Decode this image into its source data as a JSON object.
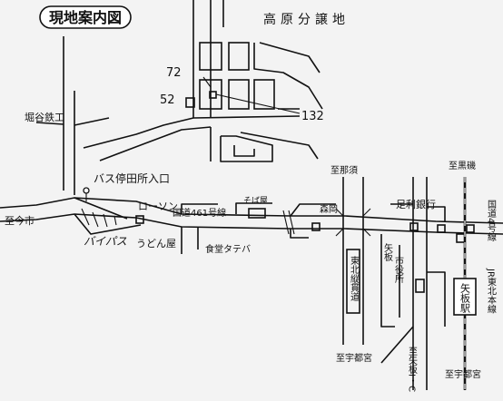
{
  "map": {
    "title": "現地案内図",
    "labels": {
      "site": "高原分譲地",
      "lot_72": "72",
      "lot_52": "52",
      "lot_132": "132",
      "horiya": "堀谷鉄工",
      "bus_stop": "バス停田所入口",
      "imaichi": "至今市",
      "lawson": "ローソン",
      "route461": "国道461号線",
      "sobaya": "そば屋",
      "bypass": "バイパス",
      "udon": "うどん屋",
      "shokudo": "食堂タテバ",
      "to_nasu": "至那須",
      "to_kuroiso": "至黒磯",
      "morioka": "森岡",
      "ashikaga_bank": "足利銀行",
      "route4": "国道4号線",
      "yaita_crossing": "矢板",
      "city_office": "市役所",
      "tohoku_highway": "東北縦貫道",
      "jr_line": "JR東北本線",
      "yaita_station": "矢板駅",
      "to_utsunomiya_1": "至宇都宮",
      "to_utsunomiya_2": "至宇都宮",
      "yaita_ic": "至矢板I・C"
    }
  }
}
